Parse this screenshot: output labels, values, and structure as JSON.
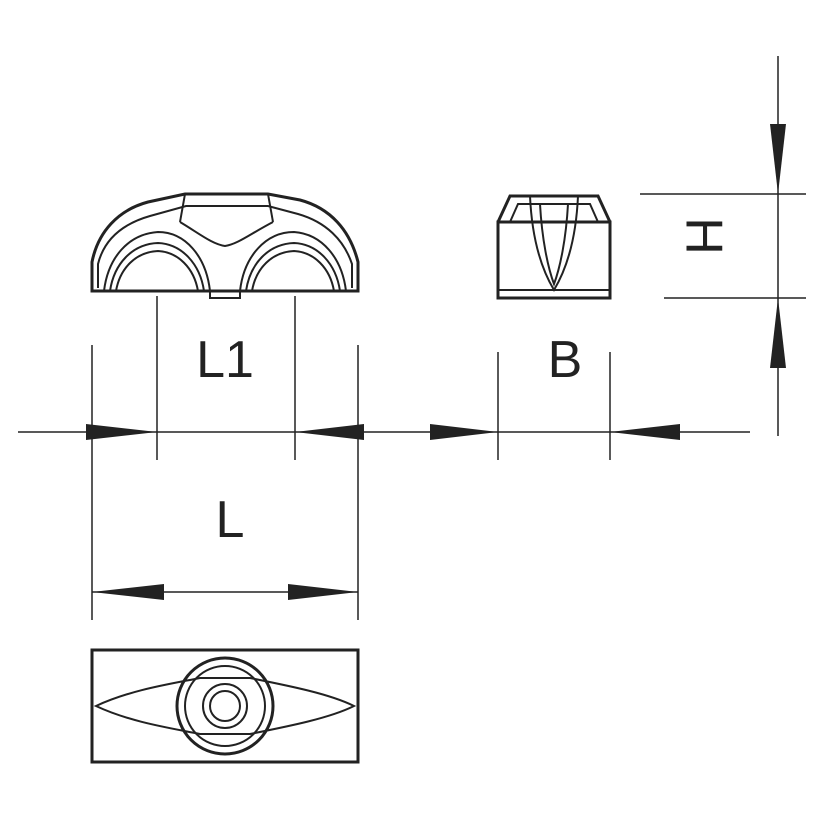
{
  "labels": {
    "L1": "L1",
    "L": "L",
    "B": "B",
    "H": "H"
  },
  "colors": {
    "ink": "#222222",
    "background": "#ffffff"
  }
}
